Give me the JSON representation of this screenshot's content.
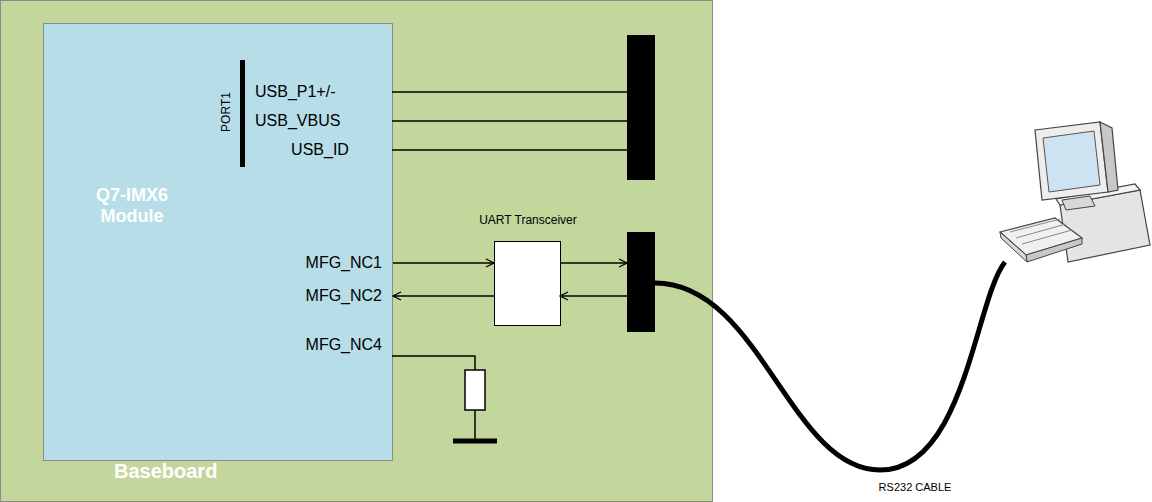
{
  "diagram": {
    "nodes": [
      {
        "text": [
          "Baseboard"
        ]
      },
      {
        "text": [
          "Q7-IMX6 Module"
        ],
        "in": 0
      },
      {
        "text": [
          "UART Transceiver"
        ],
        "in": 0
      }
    ],
    "edges": [
      {
        "from": 1,
        "to": 2,
        "arrow": "to"
      },
      {
        "from": 2,
        "to": 1,
        "arrow": "to"
      }
    ],
    "labels": [
      "PORT1",
      "USB_P1+/-",
      "USB_VBUS",
      "USB_ID",
      "MFG_NC1",
      "MFG_NC2",
      "MFG_NC4",
      "RS232 CABLE"
    ]
  }
}
